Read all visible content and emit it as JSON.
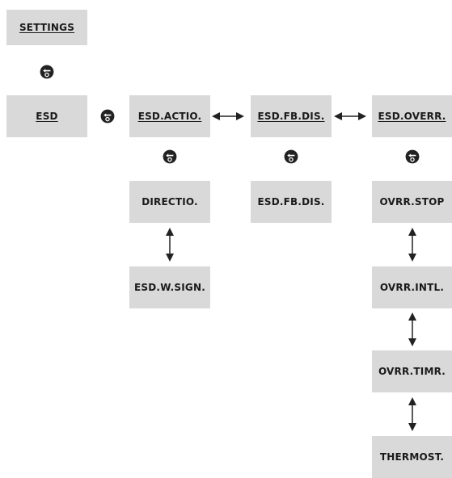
{
  "nodes": {
    "settings": "SETTINGS",
    "esd": "ESD",
    "esd_actio": "ESD.ACTIO.",
    "esd_fb_dis": "ESD.FB.DIS.",
    "esd_overr": "ESD.OVERR.",
    "directio": "DIRECTIO.",
    "esd_w_sign": "ESD.W.SIGN.",
    "esd_fb_dis_2": "ESD.FB.DIS.",
    "ovrr_stop": "OVRR.STOP",
    "ovrr_intl": "OVRR.INTL.",
    "ovrr_timr": "OVRR.TIMR.",
    "thermost": "THERMOST."
  },
  "icon": "enter-key-icon",
  "colors": {
    "box": "#d9d9d9",
    "text": "#1a1a1a",
    "icon": "#222222"
  }
}
